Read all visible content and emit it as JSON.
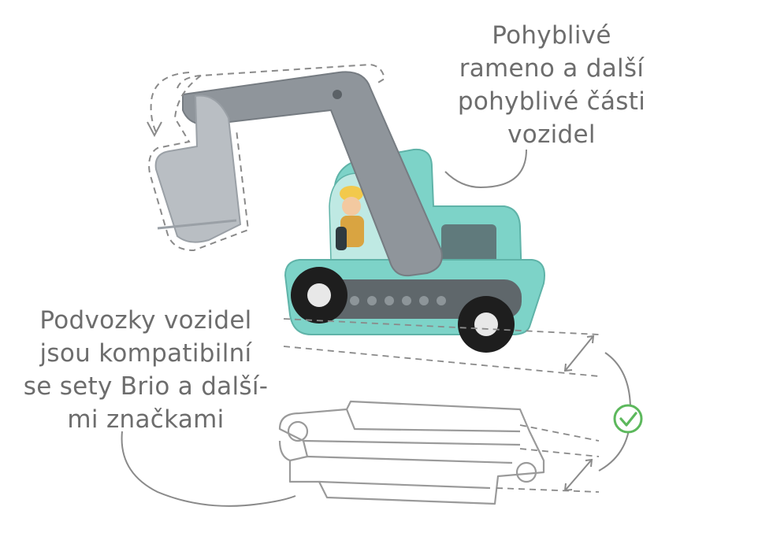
{
  "captions": {
    "top_lines": [
      "Pohyblivé",
      "rameno a další",
      "pohyblivé části",
      "vozidel"
    ],
    "left_lines": [
      "Podvozky vozidel",
      "jsou kompatibilní",
      "se sety Brio a další-",
      "mi značkami"
    ]
  },
  "icons": {
    "check": "check-circle-icon",
    "arrows": "double-arrow-icon"
  },
  "colors": {
    "body_teal": "#7dd3c8",
    "arm_gray": "#8f959b",
    "bucket_gray": "#b9bec3",
    "wheel": "#1e1e1e",
    "check_green": "#5cb85c",
    "text_gray": "#6d6d6d",
    "line_gray": "#8a8a8a"
  }
}
